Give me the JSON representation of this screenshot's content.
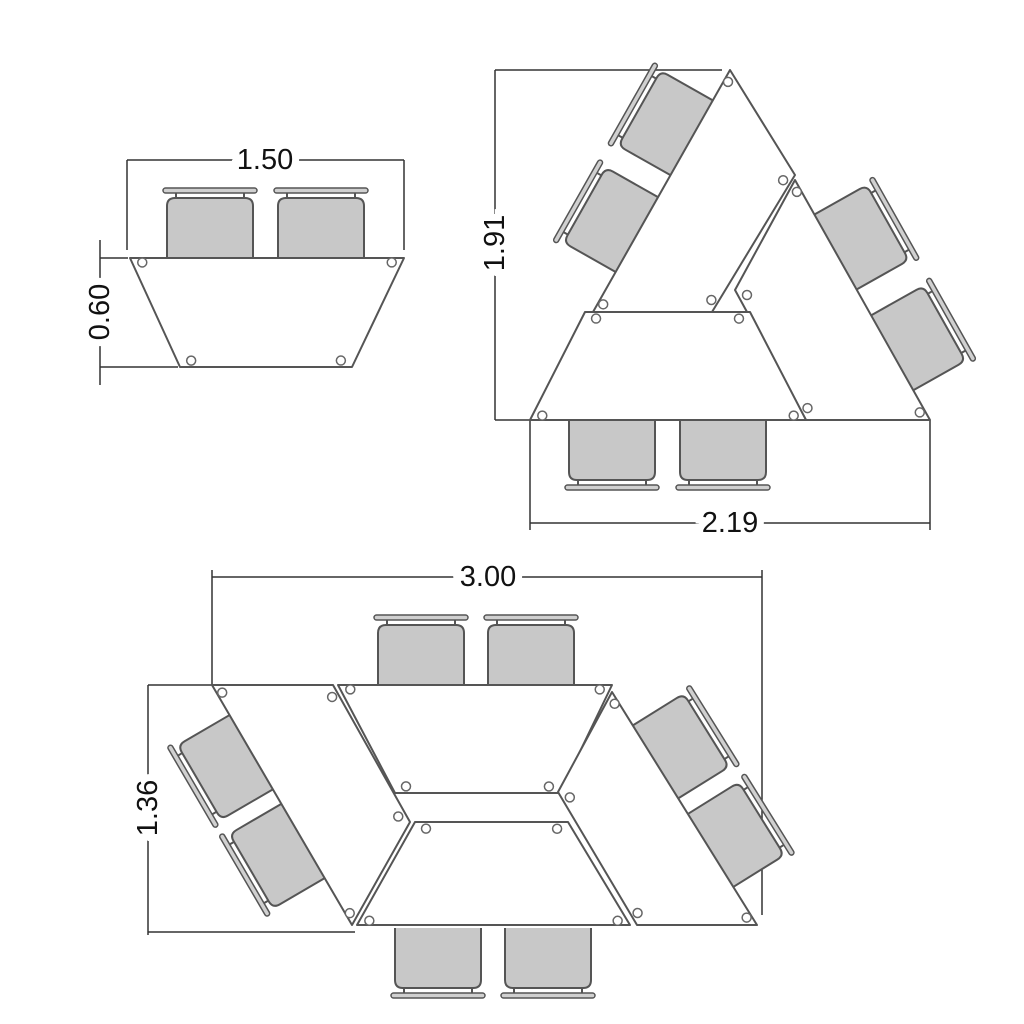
{
  "dimensions": {
    "single_width": "1.50",
    "single_depth": "0.60",
    "triangle_height": "1.91",
    "triangle_width": "2.19",
    "hexagon_width": "3.00",
    "hexagon_depth": "1.36"
  },
  "colors": {
    "chair_fill": "#c8c8c8",
    "outline": "#555555",
    "table_fill": "#ffffff"
  }
}
